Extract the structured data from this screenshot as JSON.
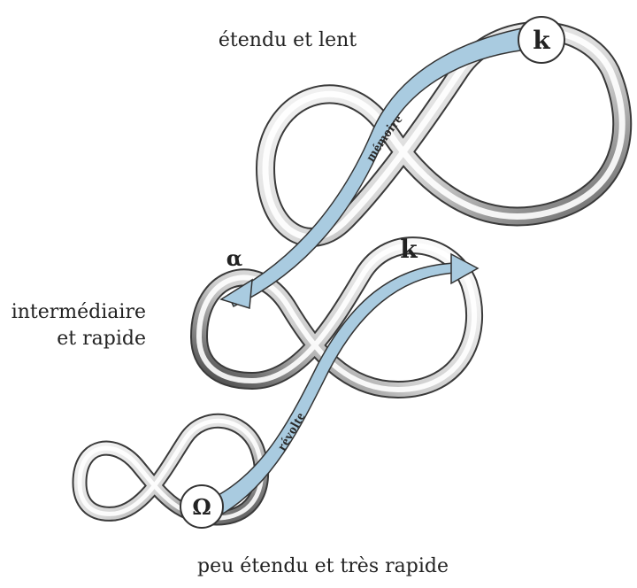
{
  "labels": {
    "top": "étendu et lent",
    "middle_line1": "intermédiaire",
    "middle_line2": "et rapide",
    "bottom": "peu étendu et très rapide"
  },
  "nodes": {
    "k_top": "k",
    "k_middle": "k",
    "alpha": "α",
    "omega": "Ω"
  },
  "arrows": {
    "memoire": "mémoire",
    "revolte": "révolte"
  },
  "colors": {
    "arrow_fill": "#a9cbe0",
    "ribbon_light": "#ffffff",
    "ribbon_dark": "#3a3a3a",
    "outline": "#333333"
  }
}
